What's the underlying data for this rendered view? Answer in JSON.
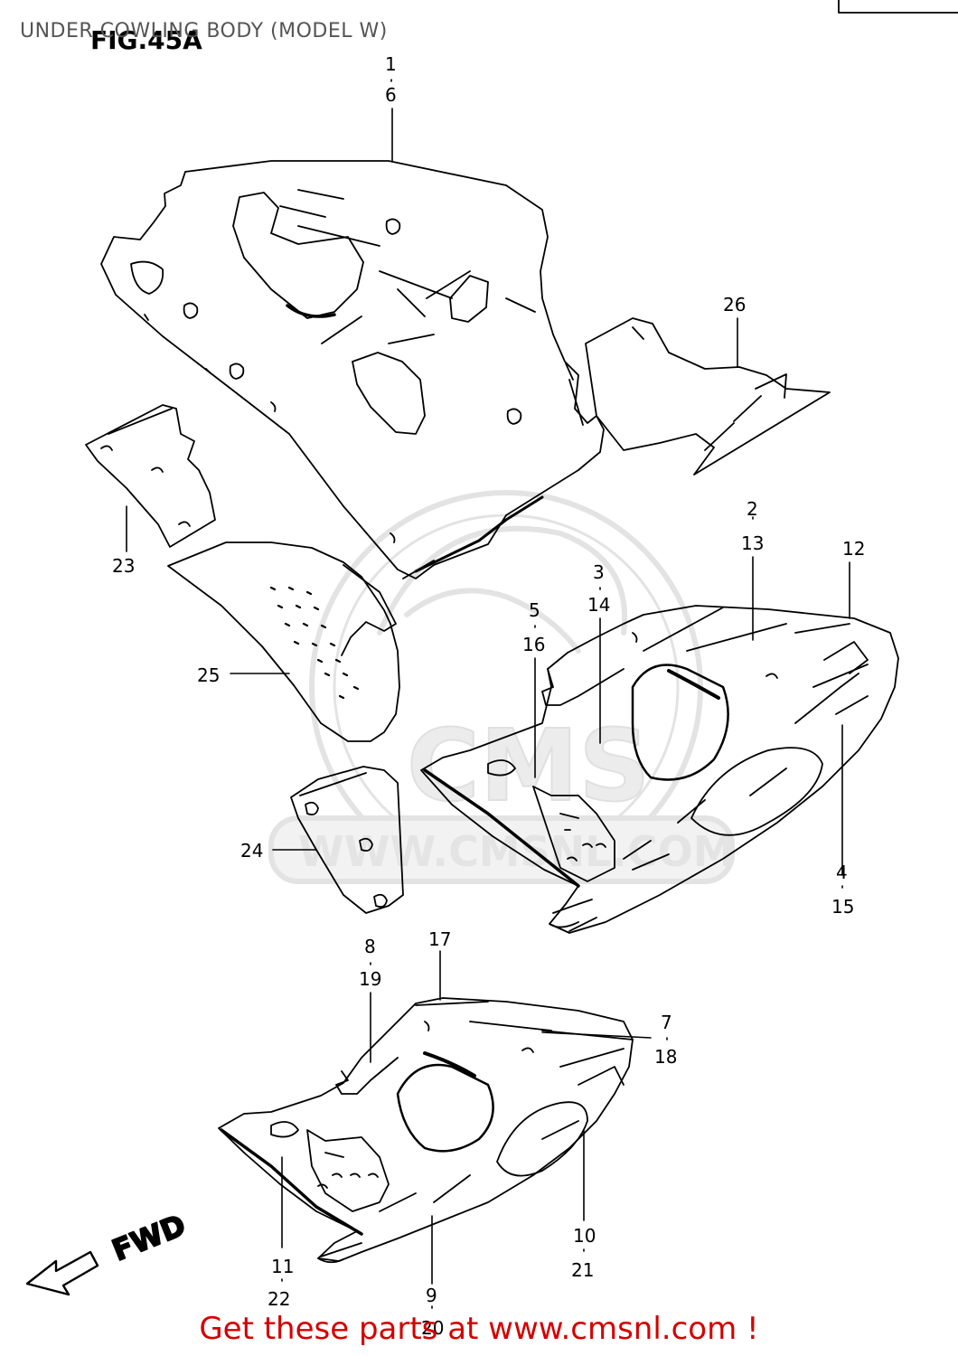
{
  "header": {
    "subtitle": "UNDER COWLING BODY (MODEL W)",
    "figure": "FIG.45A"
  },
  "watermark": {
    "brand": "CMS",
    "url": "WWW.CMSNL.COM"
  },
  "direction_label": "FWD",
  "callouts": [
    {
      "id": "c1",
      "text": "1"
    },
    {
      "id": "c6",
      "text": "6"
    },
    {
      "id": "c26",
      "text": "26"
    },
    {
      "id": "c23",
      "text": "23"
    },
    {
      "id": "c2",
      "text": "2"
    },
    {
      "id": "c13",
      "text": "13"
    },
    {
      "id": "c12",
      "text": "12"
    },
    {
      "id": "c3",
      "text": "3"
    },
    {
      "id": "c14",
      "text": "14"
    },
    {
      "id": "c5",
      "text": "5"
    },
    {
      "id": "c16",
      "text": "16"
    },
    {
      "id": "c25",
      "text": "25"
    },
    {
      "id": "c24",
      "text": "24"
    },
    {
      "id": "c4",
      "text": "4"
    },
    {
      "id": "c15",
      "text": "15"
    },
    {
      "id": "c8",
      "text": "8"
    },
    {
      "id": "c19",
      "text": "19"
    },
    {
      "id": "c17",
      "text": "17"
    },
    {
      "id": "c7",
      "text": "7"
    },
    {
      "id": "c18",
      "text": "18"
    },
    {
      "id": "c11",
      "text": "11"
    },
    {
      "id": "c22",
      "text": "22"
    },
    {
      "id": "c10",
      "text": "10"
    },
    {
      "id": "c21",
      "text": "21"
    },
    {
      "id": "c9",
      "text": "9"
    },
    {
      "id": "c20",
      "text": "20"
    }
  ],
  "footer": {
    "text": "Get these parts at www.cmsnl.com !"
  },
  "colors": {
    "line": "#000000",
    "watermark": "#e6e6e6",
    "footer": "#d40000"
  }
}
